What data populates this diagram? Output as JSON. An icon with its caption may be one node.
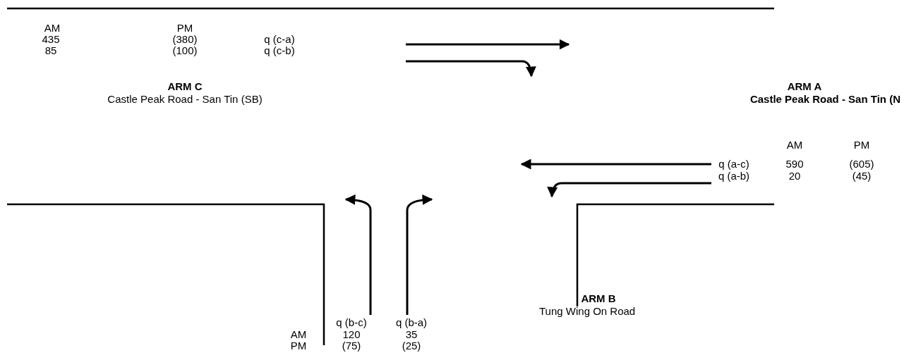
{
  "diagram": {
    "labels": [
      "AM",
      "PM",
      "435",
      "(380)",
      "q (c-a)",
      "85",
      "(100)",
      "q (c-b)",
      "ARM C",
      "Castle Peak Road - San Tin (SB)",
      "ARM A",
      "Castle Peak Road - San Tin (N",
      "AM",
      "PM",
      "q (a-c)",
      "590",
      "(605)",
      "q (a-b)",
      "20",
      "(45)",
      "q (b-c)",
      "q (b-a)",
      "ARM B",
      "AM",
      "120",
      "35",
      "Tung Wing On Road",
      "PM",
      "(75)",
      "(25)"
    ]
  }
}
